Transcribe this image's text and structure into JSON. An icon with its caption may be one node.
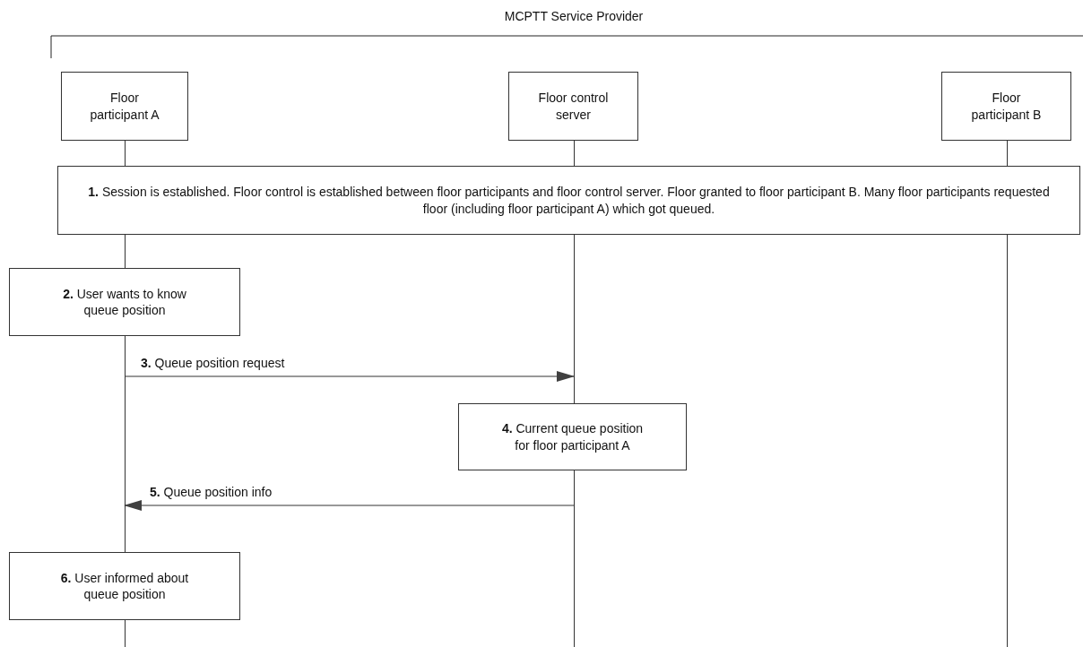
{
  "diagram": {
    "title": "MCPTT Service Provider",
    "nodes": [
      {
        "text": [
          "Floor participant A"
        ]
      },
      {
        "text": [
          "Floor control server"
        ]
      },
      {
        "text": [
          "Floor participant B"
        ]
      },
      {
        "text": [
          "**1.** Session is established. Floor control is established between floor participants and floor control server. Floor granted to floor participant B.  Many floor participants requested floor (including floor participant A) which got queued."
        ]
      },
      {
        "text": [
          "**2.** User wants to know queue position"
        ]
      },
      {
        "text": [
          "**4.** Current queue position for floor participant A"
        ]
      },
      {
        "text": [
          "**6.** User informed about queue position"
        ]
      }
    ],
    "edges": [
      {
        "from": 0,
        "to": 1,
        "arrow": "to",
        "label": "**3.** Queue position request"
      },
      {
        "from": 1,
        "to": 0,
        "arrow": "to",
        "label": "**5.** Queue position info"
      }
    ]
  }
}
